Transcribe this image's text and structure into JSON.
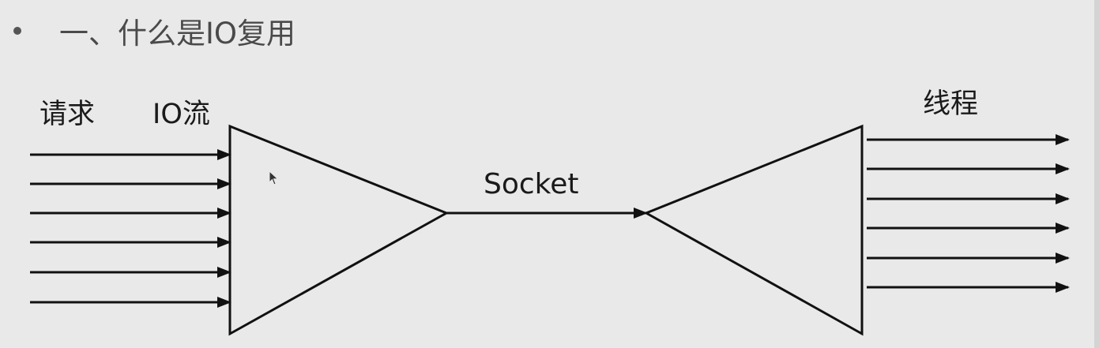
{
  "slide": {
    "heading": "一、什么是IO复用"
  },
  "diagram": {
    "labels": {
      "request": "请求",
      "io_stream": "IO流",
      "socket": "Socket",
      "thread": "线程"
    },
    "input_arrow_count": 6,
    "output_arrow_count": 6,
    "colors": {
      "stroke": "#111111",
      "background": "#e9e9e9",
      "heading_text": "#4a4a4a"
    }
  }
}
